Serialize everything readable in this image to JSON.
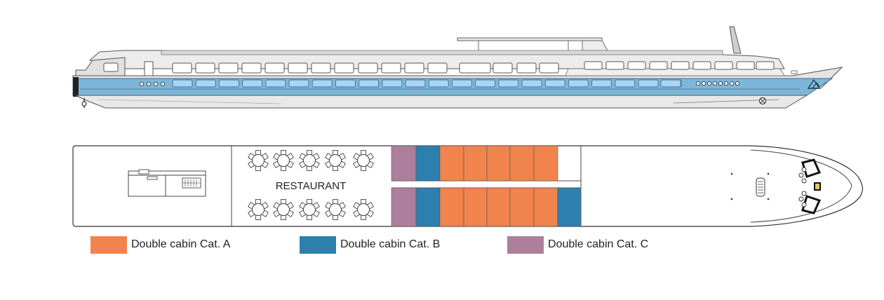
{
  "deck_plan": {
    "restaurant_label": "RESTAURANT"
  },
  "colors": {
    "hull_blue": "#7cb6d9",
    "window_blue": "#a9d5f2",
    "cat_a": "#f0844c",
    "cat_b": "#2d7fae",
    "cat_c": "#ad7f9c",
    "outline": "#333333"
  },
  "cabins": {
    "top_row": [
      "cat_c",
      "cat_b",
      "cat_a",
      "cat_a",
      "cat_a",
      "cat_a",
      "cat_a"
    ],
    "bottom_row": [
      "cat_c",
      "cat_b",
      "cat_a",
      "cat_a",
      "cat_a",
      "cat_a",
      "cat_a",
      "cat_b"
    ]
  },
  "legend": [
    {
      "key": "cat_a",
      "label": "Double cabin Cat. A"
    },
    {
      "key": "cat_b",
      "label": "Double cabin Cat. B"
    },
    {
      "key": "cat_c",
      "label": "Double cabin Cat. C"
    }
  ]
}
